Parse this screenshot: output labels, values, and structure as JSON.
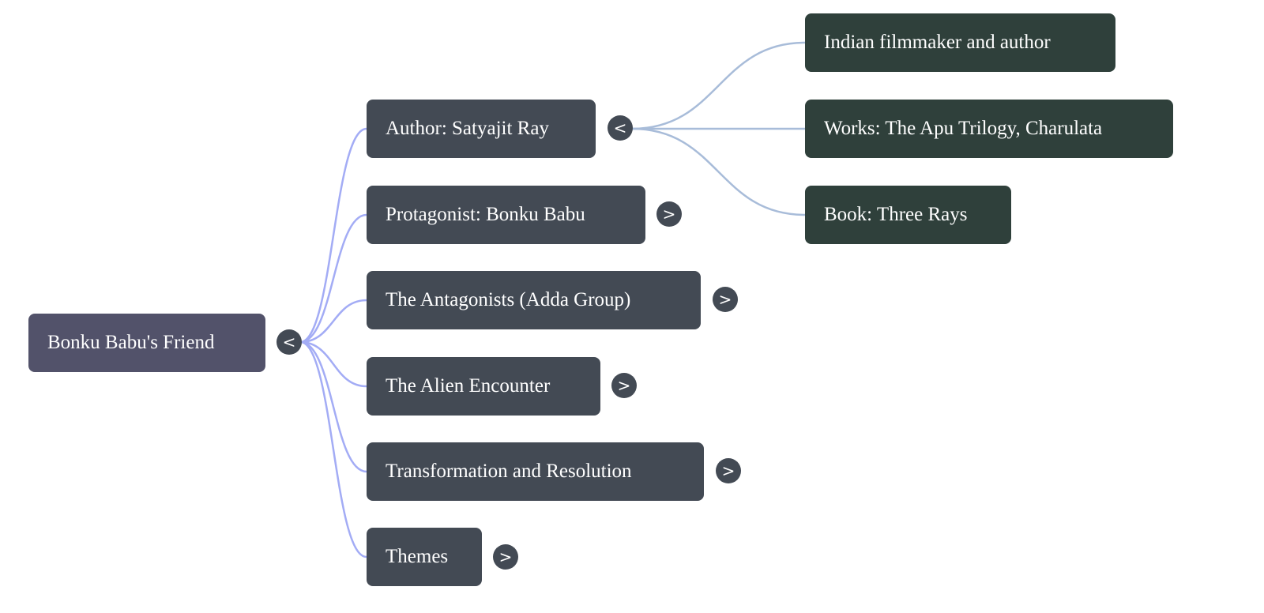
{
  "root": {
    "label": "Bonku Babu's Friend",
    "toggle": "<"
  },
  "children": [
    {
      "label": "Author: Satyajit Ray",
      "toggle": "<",
      "expanded": true
    },
    {
      "label": "Protagonist: Bonku Babu",
      "toggle": ">"
    },
    {
      "label": "The Antagonists (Adda Group)",
      "toggle": ">"
    },
    {
      "label": "The Alien Encounter",
      "toggle": ">"
    },
    {
      "label": "Transformation and Resolution",
      "toggle": ">"
    },
    {
      "label": "Themes",
      "toggle": ">"
    }
  ],
  "author_children": [
    {
      "label": "Indian filmmaker and author"
    },
    {
      "label": "Works: The Apu Trilogy, Charulata"
    },
    {
      "label": "Book: Three Rays"
    }
  ],
  "colors": {
    "root": "#52526a",
    "level1": "#434a54",
    "level2": "#2f403b",
    "edge1": "#a3acf5",
    "edge2": "#a8bcd9"
  }
}
